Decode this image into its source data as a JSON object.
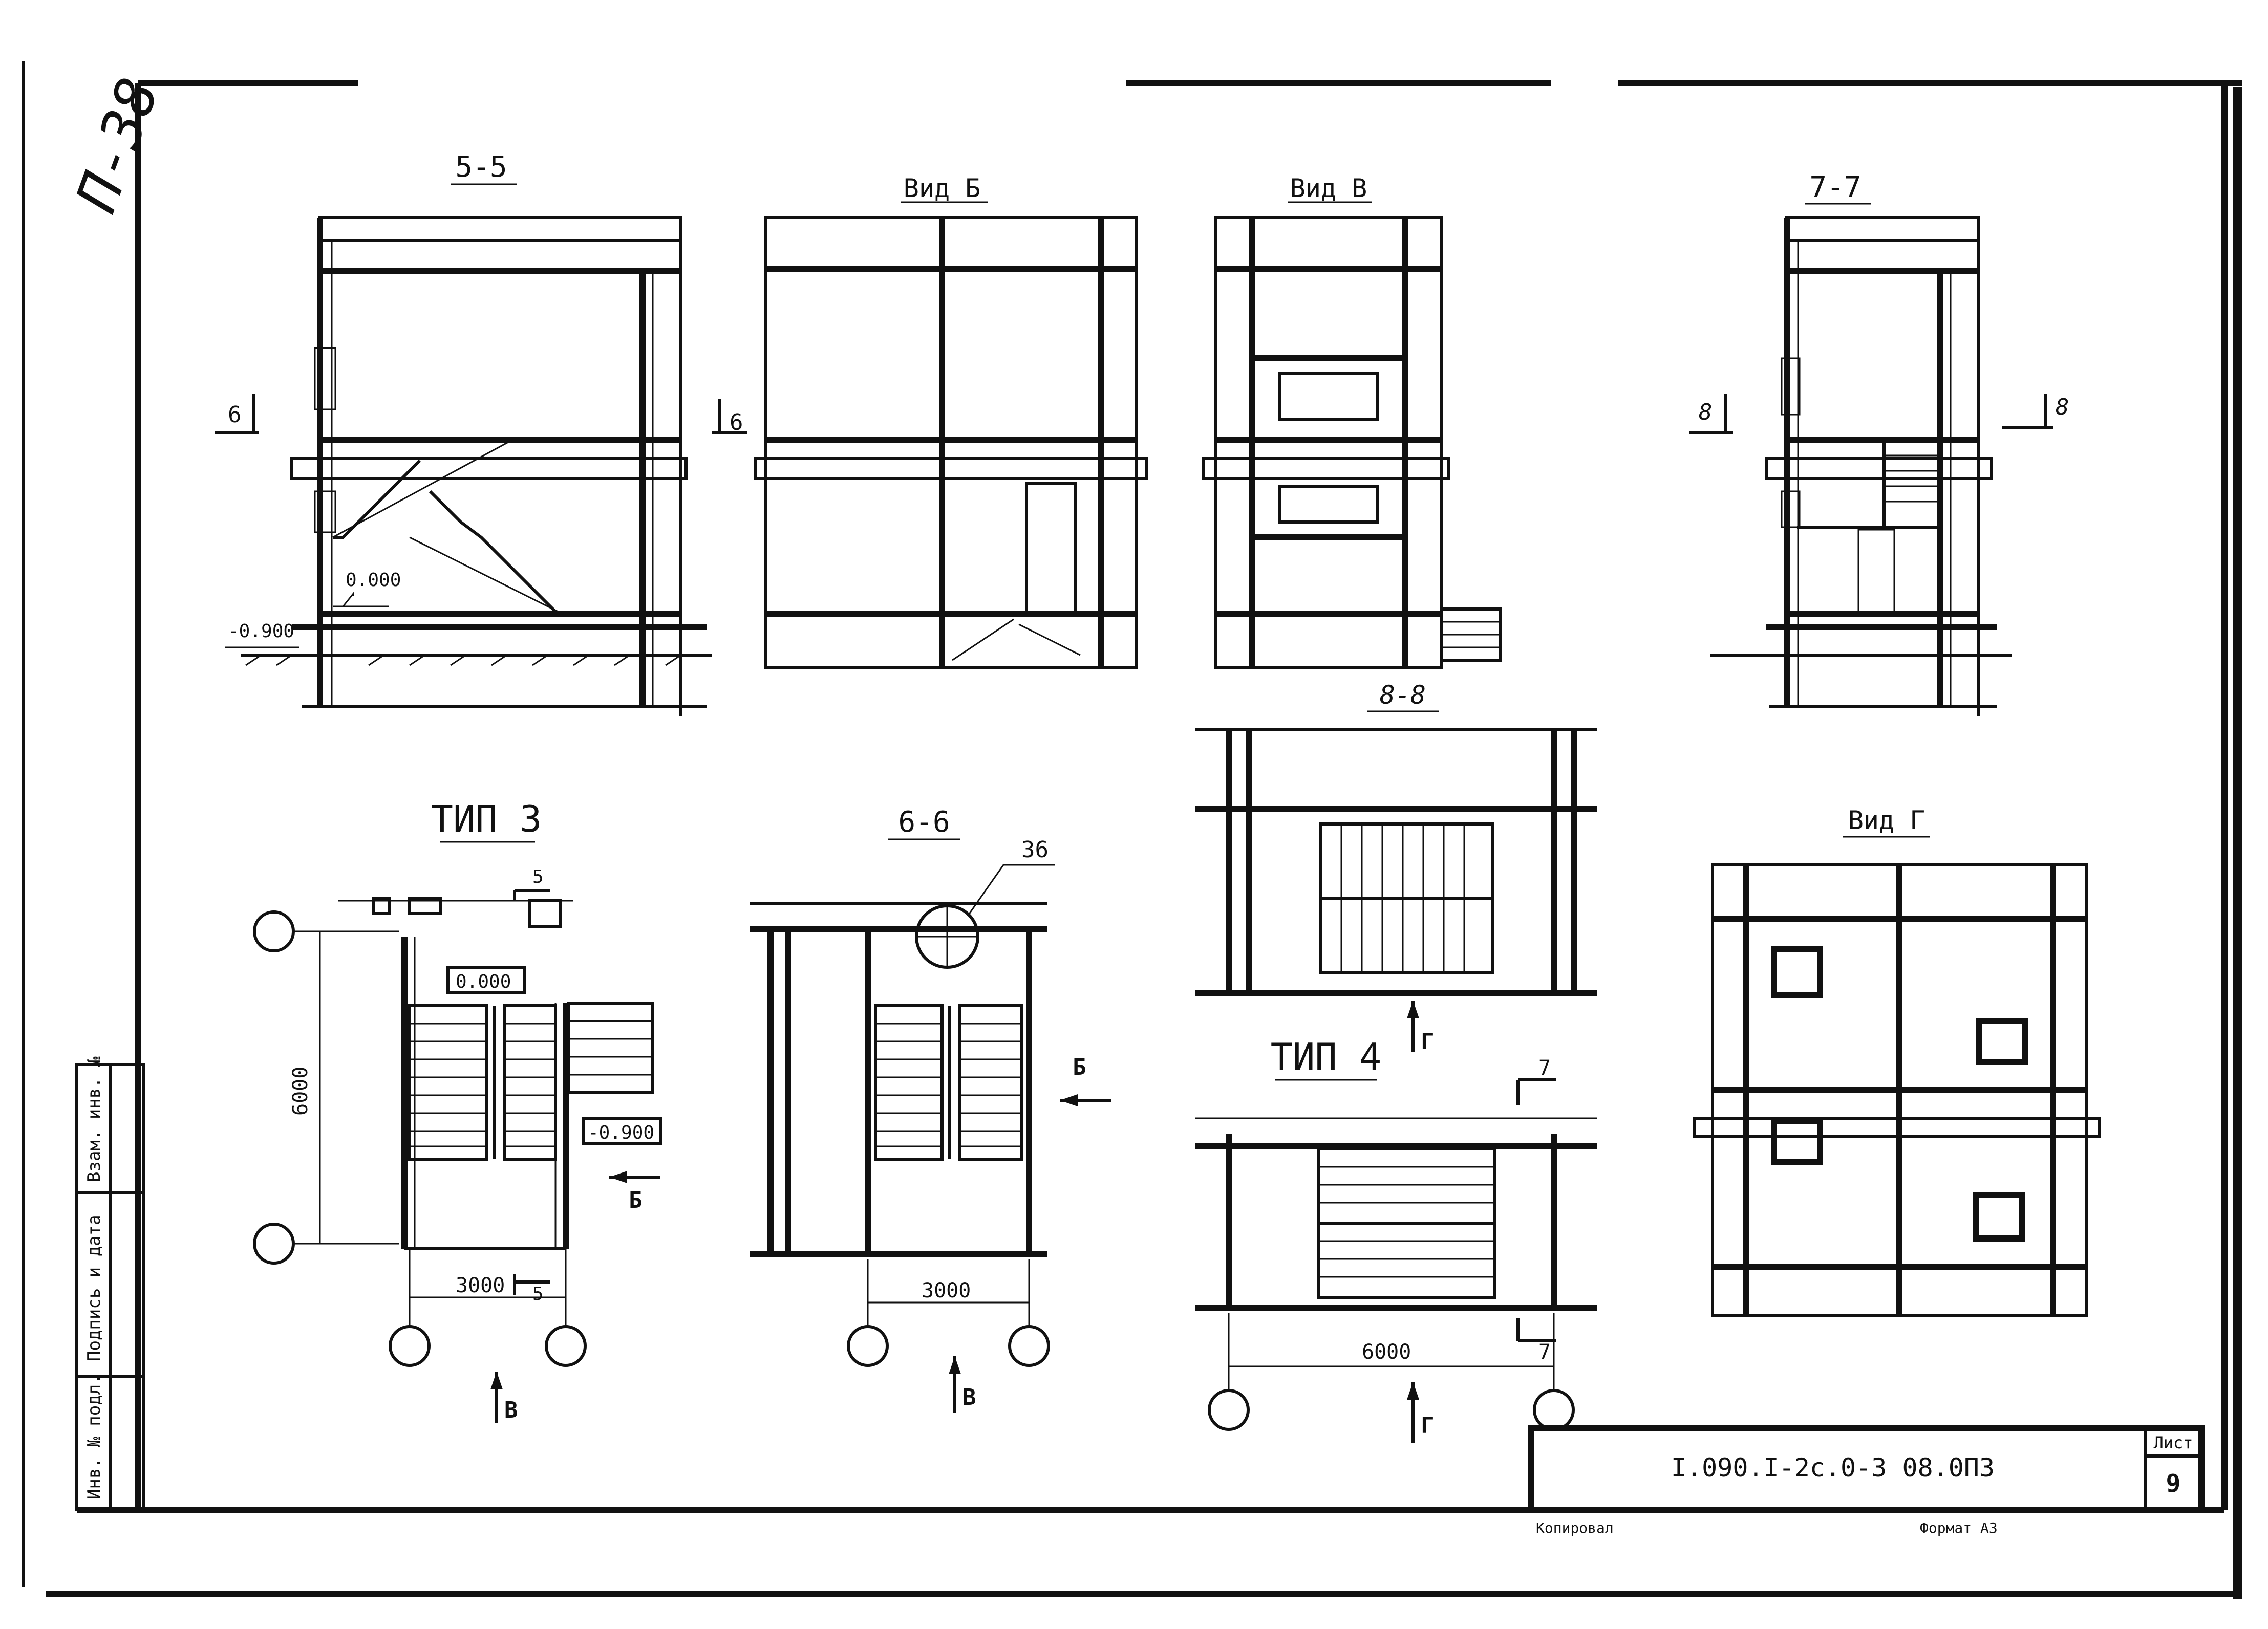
{
  "handwritten_sheet_note": "П-38",
  "views": {
    "section_5_5": "5-5",
    "view_b": "Вид Б",
    "view_v": "Вид В",
    "section_7_7": "7-7",
    "section_8_8": "8-8",
    "type_3": "ТИП 3",
    "section_6_6": "6-6",
    "view_g": "Вид Г",
    "type_4": "ТИП 4"
  },
  "markers": {
    "cut_6": "6",
    "cut_8": "8",
    "cut_5": "5",
    "cut_7": "7",
    "arrow_b": "Б",
    "arrow_v": "В",
    "arrow_g": "Г",
    "node_ref": "36"
  },
  "levels": {
    "zero": "0.000",
    "minus_900": "-0.900"
  },
  "dimensions": {
    "d6000": "6000",
    "d3000": "3000"
  },
  "side_stamp": {
    "inv_no_orig": "Инв. № подл.",
    "signature_date": "Подпись и дата",
    "replace_inv": "Взам. инв. №"
  },
  "title_block": {
    "designation": "I.090.I-2c.0-3 08.0ПЗ",
    "sheet_label": "Лист",
    "sheet_number": "9",
    "copied": "Копировал",
    "format": "Формат А3"
  }
}
